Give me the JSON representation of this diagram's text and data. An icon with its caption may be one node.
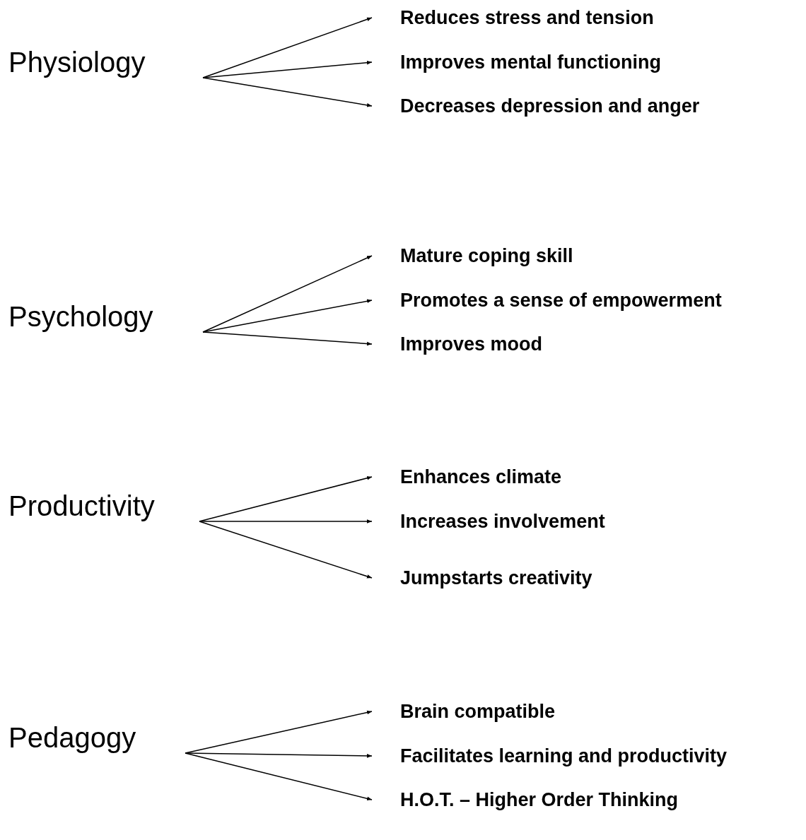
{
  "diagram": {
    "nodes": [
      {
        "text": [
          "Physiology"
        ]
      },
      {
        "text": [
          "Reduces stress and tension"
        ]
      },
      {
        "text": [
          "Improves mental functioning"
        ]
      },
      {
        "text": [
          "Decreases depression and anger"
        ]
      },
      {
        "text": [
          "Psychology"
        ]
      },
      {
        "text": [
          "Mature coping skill"
        ]
      },
      {
        "text": [
          "Promotes a sense of empowerment"
        ]
      },
      {
        "text": [
          "Improves mood"
        ]
      },
      {
        "text": [
          "Productivity"
        ]
      },
      {
        "text": [
          "Enhances climate"
        ]
      },
      {
        "text": [
          "Increases involvement"
        ]
      },
      {
        "text": [
          "Jumpstarts creativity"
        ]
      },
      {
        "text": [
          "Pedagogy"
        ]
      },
      {
        "text": [
          "Brain compatible"
        ]
      },
      {
        "text": [
          "Facilitates learning and productivity"
        ]
      },
      {
        "text": [
          "H.O.T. – Higher Order Thinking"
        ]
      }
    ],
    "edges": [
      {
        "from": 0,
        "to": 1,
        "arrow": "to"
      },
      {
        "from": 0,
        "to": 2,
        "arrow": "to"
      },
      {
        "from": 0,
        "to": 3,
        "arrow": "to"
      },
      {
        "from": 4,
        "to": 5,
        "arrow": "to"
      },
      {
        "from": 4,
        "to": 6,
        "arrow": "to"
      },
      {
        "from": 4,
        "to": 7,
        "arrow": "to"
      },
      {
        "from": 8,
        "to": 9,
        "arrow": "to"
      },
      {
        "from": 8,
        "to": 10,
        "arrow": "to"
      },
      {
        "from": 8,
        "to": 11,
        "arrow": "to"
      },
      {
        "from": 12,
        "to": 13,
        "arrow": "to"
      },
      {
        "from": 12,
        "to": 14,
        "arrow": "to"
      },
      {
        "from": 12,
        "to": 15,
        "arrow": "to"
      }
    ]
  }
}
